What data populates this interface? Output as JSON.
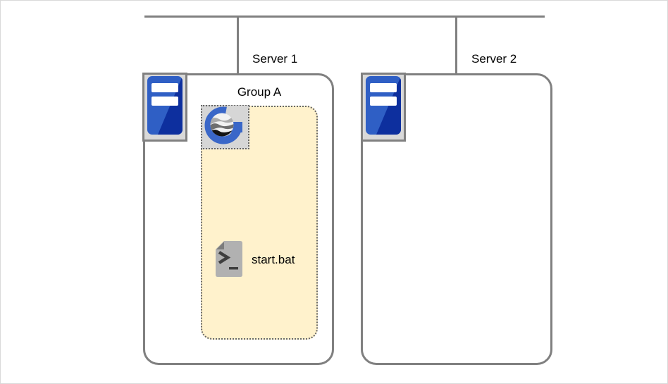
{
  "diagram": {
    "servers": [
      {
        "label": "Server 1"
      },
      {
        "label": "Server 2"
      }
    ],
    "group": {
      "label": "Group A"
    },
    "script_file": {
      "label": "start.bat"
    }
  },
  "icons": {
    "server": "server-tower-icon",
    "group_badge": "geneos-g-logo-icon",
    "script_file": "batch-script-file-icon"
  },
  "colors": {
    "line_gray": "#808080",
    "frame_border": "#d9d9d9",
    "group_fill": "#FFF2CC",
    "dotted_border": "#666666",
    "icon_box_fill": "#d9d9d9",
    "server_blue_light": "#2F5FC5",
    "server_blue_dark": "#0D2F9E",
    "logo_blue": "#3A67C8",
    "file_gray": "#b1b1b1",
    "file_fold_gray": "#7c7c7c"
  }
}
